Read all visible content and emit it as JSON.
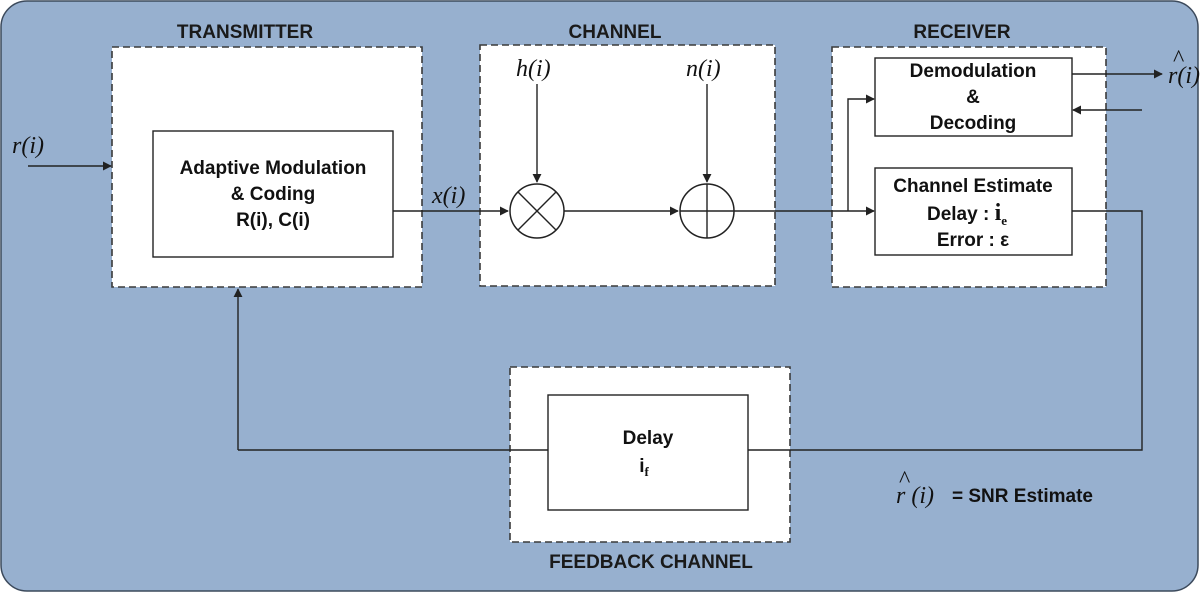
{
  "colors": {
    "background": "#97b0cf",
    "frame_border": "#3c4a5c",
    "stroke": "#222222"
  },
  "sections": {
    "transmitter": "TRANSMITTER",
    "channel": "CHANNEL",
    "receiver": "RECEIVER",
    "feedback": "FEEDBACK CHANNEL"
  },
  "transmitter": {
    "line1": "Adaptive Modulation",
    "line2": "& Coding",
    "line3": "R(i), C(i)"
  },
  "receiver": {
    "demod_line1": "Demodulation",
    "demod_line2": "&",
    "demod_line3": "Decoding",
    "estimate_line1": "Channel Estimate",
    "estimate_delay": "Delay : ",
    "estimate_delay_sym": "i",
    "estimate_delay_sub": "e",
    "estimate_error": "Error : ε"
  },
  "feedback": {
    "delay_label": "Delay",
    "delay_sym": "i",
    "delay_sub": "f"
  },
  "signals": {
    "input": "r(i)",
    "tx_out": "x(i)",
    "fading": "h(i)",
    "noise": "n(i)",
    "output_hat": "^",
    "output": "r(i)"
  },
  "legend": {
    "hat": "^",
    "symbol": "r (i)",
    "text": " =  SNR Estimate"
  },
  "icons": {
    "multiplier": "multiplier-icon",
    "adder": "adder-icon"
  }
}
